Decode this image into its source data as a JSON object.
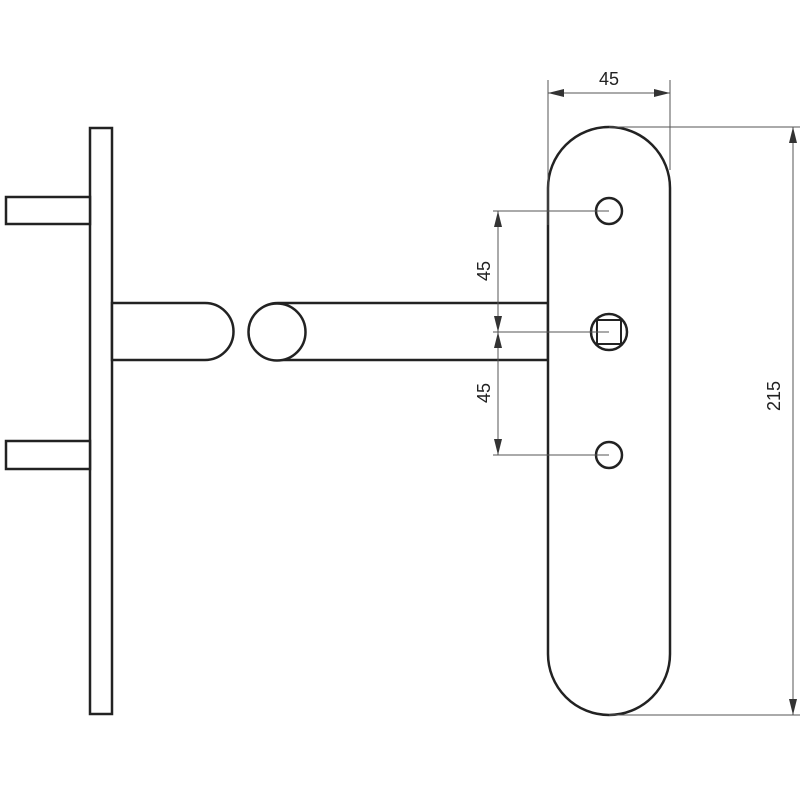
{
  "dimensions": {
    "plate_width": "45",
    "upper_spacing": "45",
    "lower_spacing": "45",
    "plate_height": "215"
  },
  "colors": {
    "line": "#222222",
    "dimension_line": "#555555",
    "background": "#ffffff"
  }
}
